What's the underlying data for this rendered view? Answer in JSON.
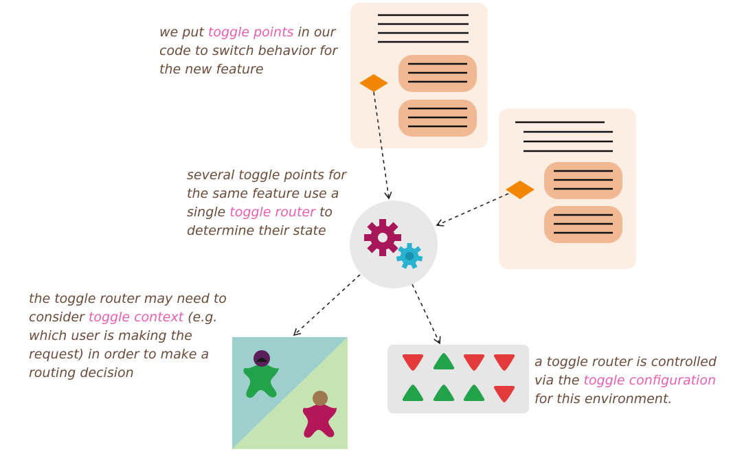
{
  "notes": {
    "toggle_points": {
      "before": "we put ",
      "highlight": "toggle points",
      "after": " in our code to switch behavior for the new feature"
    },
    "router": {
      "before": "several toggle points for the same feature use a single ",
      "highlight": "toggle router",
      "after": " to determine their state"
    },
    "context": {
      "before": "the toggle router may need to consider ",
      "highlight": "toggle context",
      "after": " (e.g. which user is making the request) in order to make a routing decision"
    },
    "configuration": {
      "before": "a toggle router is controlled via the ",
      "highlight": "toggle configuration",
      "after": " for this environment."
    }
  },
  "toggle_config": {
    "row1": [
      "off",
      "on",
      "off",
      "off"
    ],
    "row2": [
      "on",
      "on",
      "on",
      "off"
    ]
  },
  "colors": {
    "highlight": "#e65fb3",
    "text": "#6b4a3a",
    "code_block": "#fdeee3",
    "code_inner": "#f0b994",
    "toggle_point": "#f28600",
    "gear_large": "#a8175a",
    "gear_small": "#2ab2d1",
    "on": "#22a24a",
    "off": "#e33b3b"
  }
}
